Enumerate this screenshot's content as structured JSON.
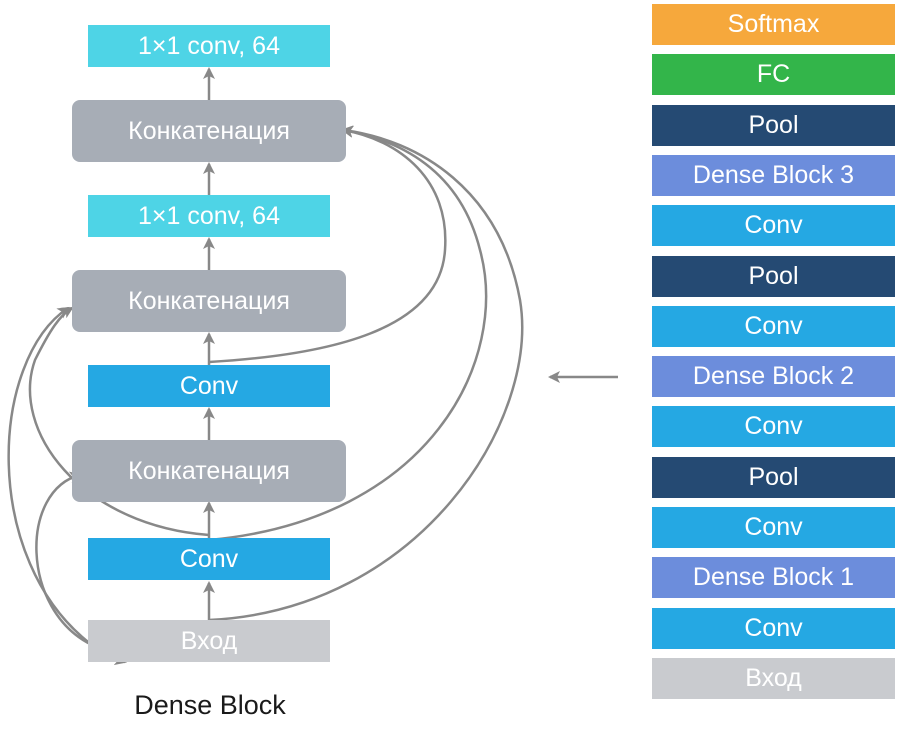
{
  "colors": {
    "conv1x1": "#4ed4e6",
    "concat": "#a7adb6",
    "conv": "#25a8e3",
    "input": "#c9cbcf",
    "pool": "#254a73",
    "dense": "#6c8ddc",
    "fc": "#33b54a",
    "softmax": "#f6a83c",
    "arrow": "#888888"
  },
  "dense_block": {
    "caption": "Dense Block",
    "top_conv": "1×1 conv, 64",
    "concat_top": "Конкатенация",
    "mid_conv": "1×1 conv, 64",
    "concat_mid": "Конкатенация",
    "conv_mid": "Conv",
    "concat_bottom": "Конкатенация",
    "conv_bottom": "Conv",
    "input": "Вход"
  },
  "network": {
    "layers": [
      {
        "label": "Softmax",
        "kind": "softmax"
      },
      {
        "label": "FC",
        "kind": "fc"
      },
      {
        "label": "Pool",
        "kind": "pool"
      },
      {
        "label": "Dense Block 3",
        "kind": "dense"
      },
      {
        "label": "Conv",
        "kind": "conv"
      },
      {
        "label": "Pool",
        "kind": "pool"
      },
      {
        "label": "Conv",
        "kind": "conv"
      },
      {
        "label": "Dense Block 2",
        "kind": "dense"
      },
      {
        "label": "Conv",
        "kind": "conv"
      },
      {
        "label": "Pool",
        "kind": "pool"
      },
      {
        "label": "Conv",
        "kind": "conv"
      },
      {
        "label": "Dense Block 1",
        "kind": "dense"
      },
      {
        "label": "Conv",
        "kind": "conv"
      },
      {
        "label": "Вход",
        "kind": "input"
      }
    ]
  }
}
